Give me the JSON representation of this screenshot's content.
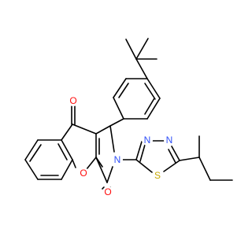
{
  "molecule": {
    "atoms": [
      {
        "id": "O_top",
        "symbol": "O",
        "color": "#ff0d0d"
      },
      {
        "id": "O_ring",
        "symbol": "O",
        "color": "#ff0d0d"
      },
      {
        "id": "O_bottom",
        "symbol": "O",
        "color": "#ff0d0d"
      },
      {
        "id": "N_pyrrole",
        "symbol": "N",
        "color": "#3050f8"
      },
      {
        "id": "N_thiadiazole_a",
        "symbol": "N",
        "color": "#3050f8"
      },
      {
        "id": "N_thiadiazole_b",
        "symbol": "N",
        "color": "#3050f8"
      },
      {
        "id": "S_thiadiazole",
        "symbol": "S",
        "color": "#c8a800"
      }
    ],
    "bond_color": "#000000"
  }
}
